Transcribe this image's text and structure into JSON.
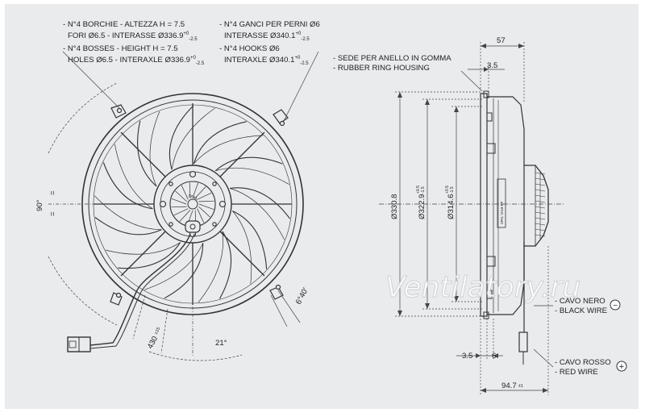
{
  "notes": {
    "bosses_it": [
      "- N°4 BORCHIE - ALTEZZA H = 7.5",
      "FORI Ø6.5 - INTERASSE Ø336.9"
    ],
    "bosses_en": [
      "- N°4 BOSSES - HEIGHT H = 7.5",
      "HOLES Ø6.5 - INTERAXLE Ø336.9"
    ],
    "hooks_it": [
      "- N°4 GANCI PER PERNI Ø6",
      "INTERASSE Ø340.1"
    ],
    "hooks_en": [
      "- N°4 HOOKS Ø6",
      "INTERAXLE Ø340.1"
    ],
    "tol_336": [
      "+0",
      "-2.5"
    ],
    "tol_340": [
      "+0",
      "-2.5"
    ],
    "ring_it": "- SEDE PER ANELLO IN GOMMA",
    "ring_en": "- RUBBER RING HOUSING",
    "black_it": "- CAVO NERO",
    "black_en": "- BLACK WIRE",
    "red_it": "- CAVO ROSSO",
    "red_en": "- RED WIRE"
  },
  "dims": {
    "angle_90": "90°",
    "eq": "=",
    "wire_length": "430",
    "wire_tol": "±15",
    "angle_21": "21°",
    "angle_6_40": "6°40'",
    "width_57": "57",
    "d_3_5_top": "3.5",
    "d_330_8": "Ø330.8",
    "d_322_9": "Ø322.9",
    "d_322_9_tol": [
      "+0.5",
      "-1.5"
    ],
    "d_314_6": "Ø314.6",
    "d_314_6_tol": [
      "+0.5",
      "-1.5"
    ],
    "d_3_5_bottom": "3.5",
    "d_6": "6",
    "d_94_7": "94.7",
    "d_94_7_tol": "±1",
    "minus_sign": "−",
    "plus_sign": "+"
  },
  "hub_label": "SPAL",
  "side_label": "SPAL VA18-BP",
  "watermark": "Ventilatory.ru"
}
